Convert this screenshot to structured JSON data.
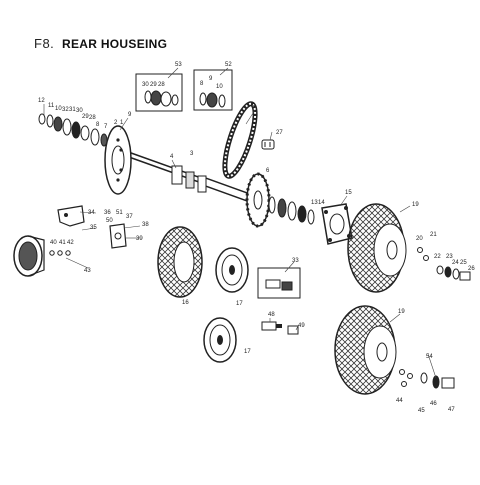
{
  "figure": {
    "code": "F8.",
    "title": "REAR HOUSEING"
  },
  "callouts": [
    "12",
    "11",
    "10",
    "32",
    "31",
    "30",
    "29",
    "28",
    "27",
    "9",
    "8",
    "7",
    "6",
    "5",
    "4",
    "3",
    "2",
    "1",
    "53",
    "30",
    "29",
    "28",
    "52",
    "8",
    "9",
    "10",
    "33",
    "34",
    "35",
    "36",
    "37",
    "38",
    "39",
    "40",
    "41",
    "42",
    "43",
    "50",
    "51",
    "48",
    "49",
    "14",
    "13",
    "15",
    "16",
    "17",
    "17",
    "19",
    "19",
    "20",
    "21",
    "22",
    "23",
    "24",
    "25",
    "26",
    "44",
    "45",
    "46",
    "47",
    "54"
  ]
}
